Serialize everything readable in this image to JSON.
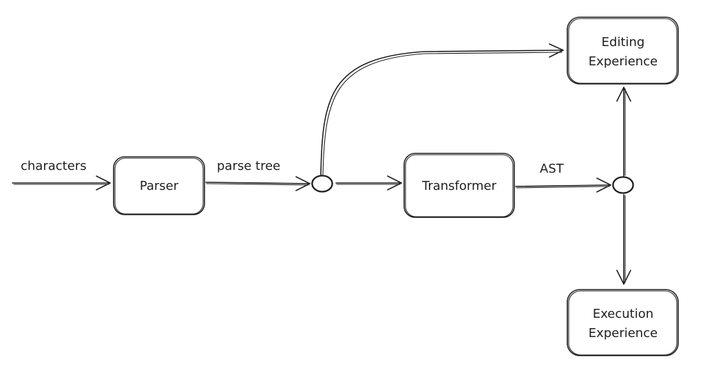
{
  "nodes": {
    "parser": {
      "label": "Parser"
    },
    "transformer": {
      "label": "Transformer"
    },
    "editing": {
      "line1": "Editing",
      "line2": "Experience"
    },
    "execution": {
      "line1": "Execution",
      "line2": "Experience"
    }
  },
  "edges": {
    "input_label": "characters",
    "parse_tree_label": "parse tree",
    "ast_label": "AST"
  },
  "colors": {
    "stroke": "#1e1e1e",
    "background": "#ffffff"
  }
}
